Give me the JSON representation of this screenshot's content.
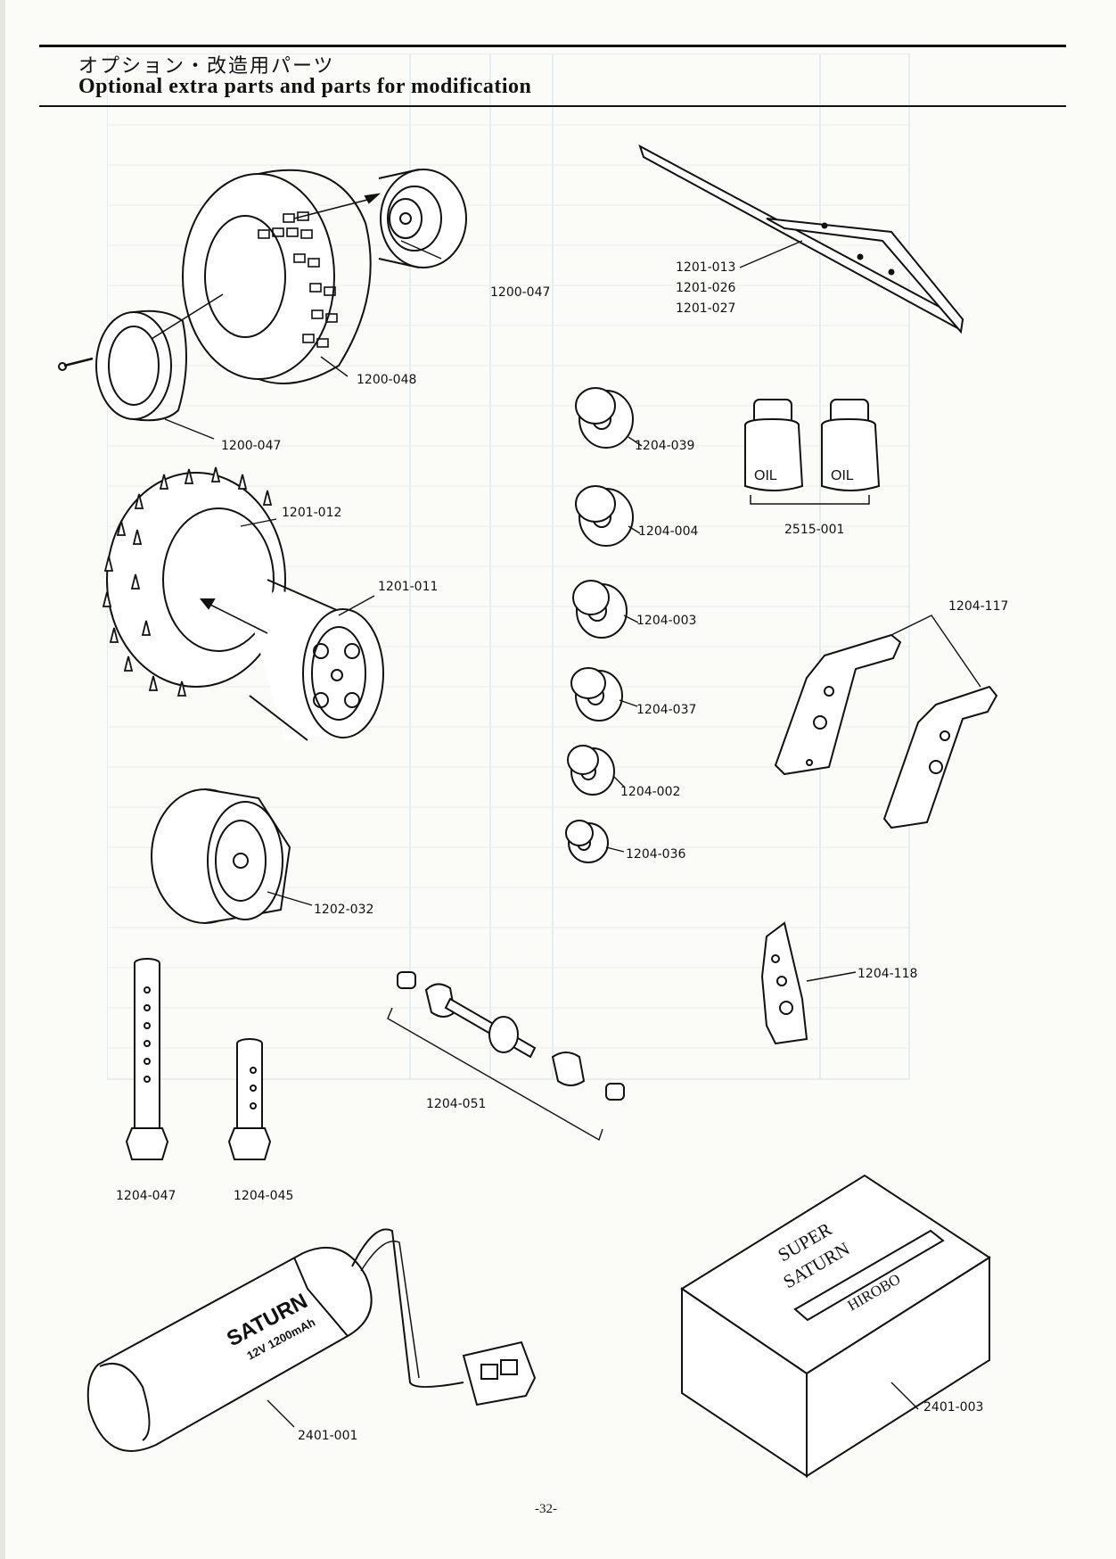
{
  "header": {
    "title_ja": "オプション・改造用パーツ",
    "title_en": "Optional extra parts and parts for modification"
  },
  "parts": {
    "p1200_047_a": "1200-047",
    "p1200_048": "1200-048",
    "p1200_047_b": "1200-047",
    "p1201_013": "1201-013",
    "p1201_026": "1201-026",
    "p1201_027": "1201-027",
    "p1204_039": "1204-039",
    "p2515_001": "2515-001",
    "p1201_012": "1201-012",
    "p1201_011": "1201-011",
    "p1204_004": "1204-004",
    "p1204_003": "1204-003",
    "p1204_117": "1204-117",
    "p1204_037": "1204-037",
    "p1204_002": "1204-002",
    "p1204_036": "1204-036",
    "p1202_032": "1202-032",
    "p1204_118": "1204-118",
    "p1204_051": "1204-051",
    "p1204_047": "1204-047",
    "p1204_045": "1204-045",
    "p2401_001": "2401-001",
    "p2401_003": "2401-003"
  },
  "product_text": {
    "oil_left": "OIL",
    "oil_right": "OIL",
    "battery_brand": "SATURN",
    "battery_spec": "12V 1200mAh",
    "box_line1": "SUPER",
    "box_line2": "SATURN",
    "box_maker": "HIROBO"
  },
  "footer": {
    "page_number": "-32-"
  }
}
